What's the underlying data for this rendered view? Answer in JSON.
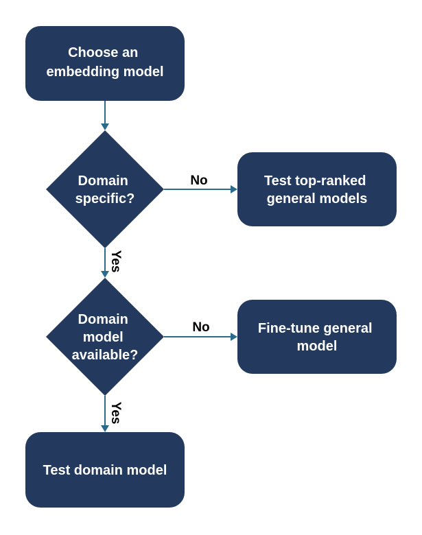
{
  "nodes": {
    "start": {
      "lines": [
        "Choose an",
        "embedding model"
      ]
    },
    "decision_domain_specific": {
      "lines": [
        "Domain",
        "specific?"
      ]
    },
    "test_general": {
      "lines": [
        "Test top-ranked",
        "general models"
      ]
    },
    "decision_model_available": {
      "lines": [
        "Domain",
        "model",
        "available?"
      ]
    },
    "fine_tune": {
      "lines": [
        "Fine-tune general",
        "model"
      ]
    },
    "test_domain": {
      "lines": [
        "Test domain model"
      ]
    }
  },
  "edges": {
    "domain_specific_no": "No",
    "domain_specific_yes": "Yes",
    "model_available_no": "No",
    "model_available_yes": "Yes"
  },
  "colors": {
    "node_fill": "#233a5e",
    "connector": "#2a6b8c",
    "node_text": "#ffffff",
    "label_text": "#000000"
  }
}
